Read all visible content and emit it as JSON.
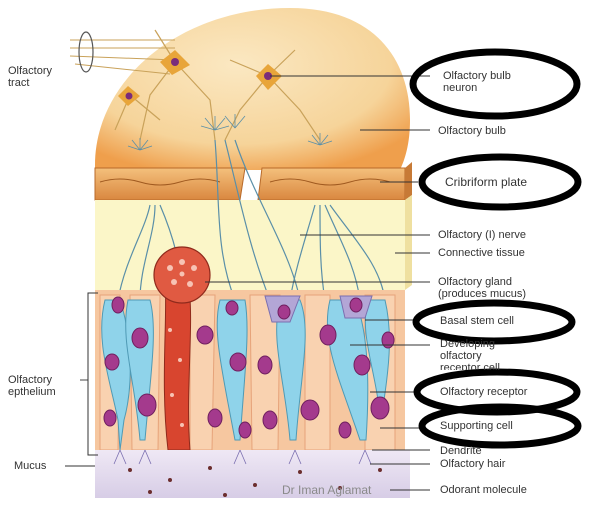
{
  "labels": {
    "olfactory_tract": [
      "Olfactory",
      "tract"
    ],
    "olfactory_bulb_neuron": [
      "Olfactory bulb",
      "neuron"
    ],
    "olfactory_bulb": "Olfactory bulb",
    "cribriform_plate": "Cribriform plate",
    "olfactory_nerve": "Olfactory (I) nerve",
    "connective_tissue": "Connective tissue",
    "olfactory_gland": [
      "Olfactory gland",
      "(produces mucus)"
    ],
    "basal_stem_cell": "Basal stem cell",
    "developing_olfactory": [
      "Developing",
      "olfactory",
      "receptor cell"
    ],
    "olfactory_receptor": "Olfactory receptor",
    "supporting_cell": "Supporting cell",
    "dendrite": "Dendrite",
    "olfactory_hair": "Olfactory hair",
    "odorant_molecule": "Odorant molecule",
    "olfactory_epithelium": [
      "Olfactory",
      "epthelium"
    ],
    "mucus": "Mucus"
  },
  "watermark": "Dr Iman Aglamat",
  "colors": {
    "bulb": "#f7d9a0",
    "plate": "#e9a25d",
    "connective": "#fbf6c8",
    "supporting_cell": "#f9c9a6",
    "receptor_cell": "#8fd3ea",
    "nucleus": "#a43a8d",
    "nerve": "#5a8fa8",
    "gland": "#d8452f",
    "mucus": "#e7e0f0",
    "highlight_ellipse": "#000000"
  }
}
